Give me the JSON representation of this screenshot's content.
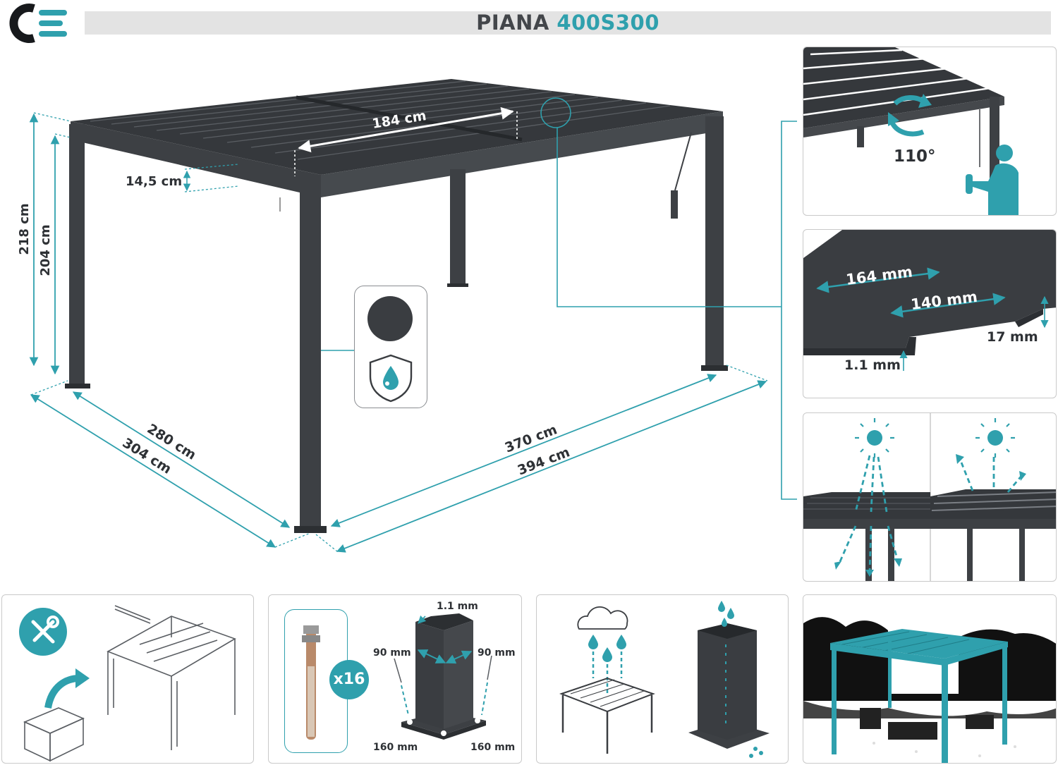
{
  "brand": {
    "logo_letters": "CE",
    "accent": "#2fa0ad",
    "dark": "#2f3236"
  },
  "header": {
    "model_prefix": "PIANA",
    "model_code": "400S300"
  },
  "main_diagram": {
    "louver_span": "184 cm",
    "beam_height": "14,5 cm",
    "height_outer": "218 cm",
    "height_inner": "204 cm",
    "depth_inner": "280 cm",
    "depth_outer": "304 cm",
    "width_inner": "370 cm",
    "width_outer": "394 cm",
    "finish_icons": [
      "color-swatch-icon",
      "waterproof-shield-icon"
    ]
  },
  "details": {
    "rotation_angle": "110°",
    "louver_width_total": "164 mm",
    "louver_width_inner": "140 mm",
    "louver_height": "17 mm",
    "louver_thickness": "1.1 mm",
    "icons": [
      "rotation-arrow-icon",
      "person-crank-icon",
      "sun-icon",
      "light-ray-arrows-icon"
    ]
  },
  "bottom": {
    "assembly_icon": "tools-icon",
    "anchor_count": "x16",
    "post_thickness": "1.1 mm",
    "post_side_left": "90 mm",
    "post_side_right": "90 mm",
    "base_left": "160 mm",
    "base_right": "160 mm",
    "rain_icons": [
      "cloud-icon",
      "raindrop-icon"
    ]
  }
}
